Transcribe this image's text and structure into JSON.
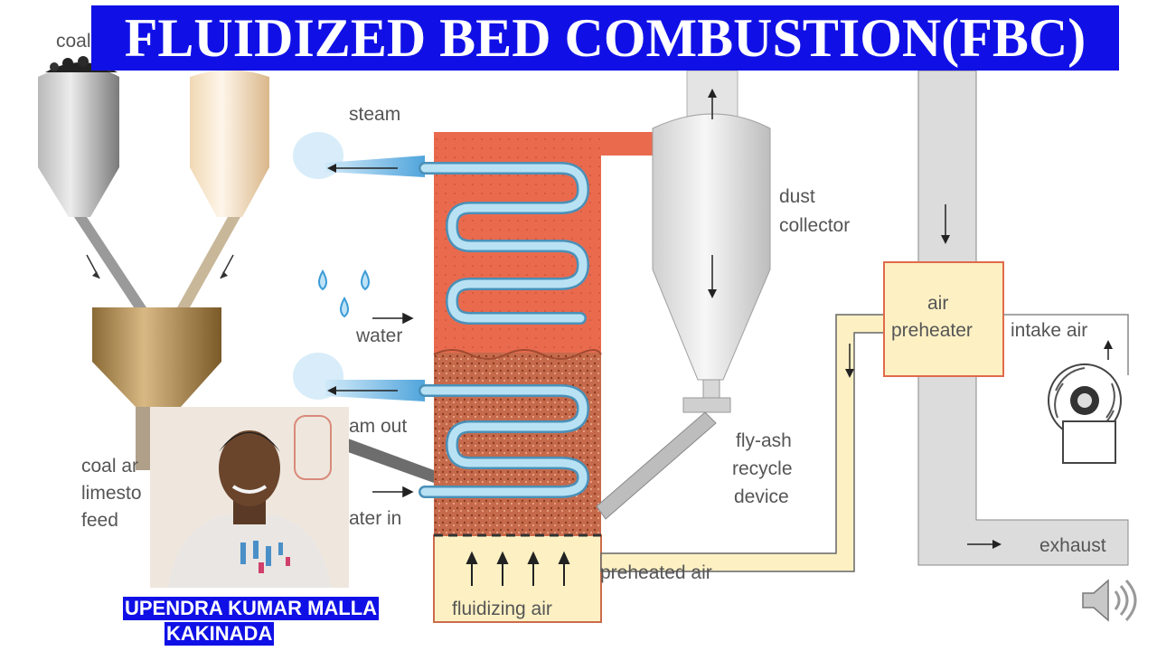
{
  "title": "FLUIDIZED BED COMBUSTION(FBC)",
  "author": {
    "name": "UPENDRA KUMAR MALLA",
    "place": "KAKINADA"
  },
  "labels": {
    "coal": "coal",
    "steam": "steam",
    "water": "water",
    "steam_out": "am out",
    "water_in": "ater in",
    "coal_feed_1": "coal ar",
    "coal_feed_2": "limesto",
    "coal_feed_3": "feed",
    "dust_1": "dust",
    "dust_2": "collector",
    "flyash_1": "fly-ash",
    "flyash_2": "recycle",
    "flyash_3": "device",
    "preheater_1": "air",
    "preheater_2": "preheater",
    "intake_air": "intake air",
    "exhaust": "exhaust",
    "preheated_air": "preheated air",
    "fluidizing_air": "fluidizing air"
  },
  "colors": {
    "banner": "#1010e6",
    "combustor": "#e8684c",
    "bed": "#c8684a",
    "tube": "#a9d8ec",
    "preheater": "#fdf1c4",
    "duct": "#dcdcdc"
  },
  "icons": [
    "speaker-icon",
    "fan-icon"
  ]
}
